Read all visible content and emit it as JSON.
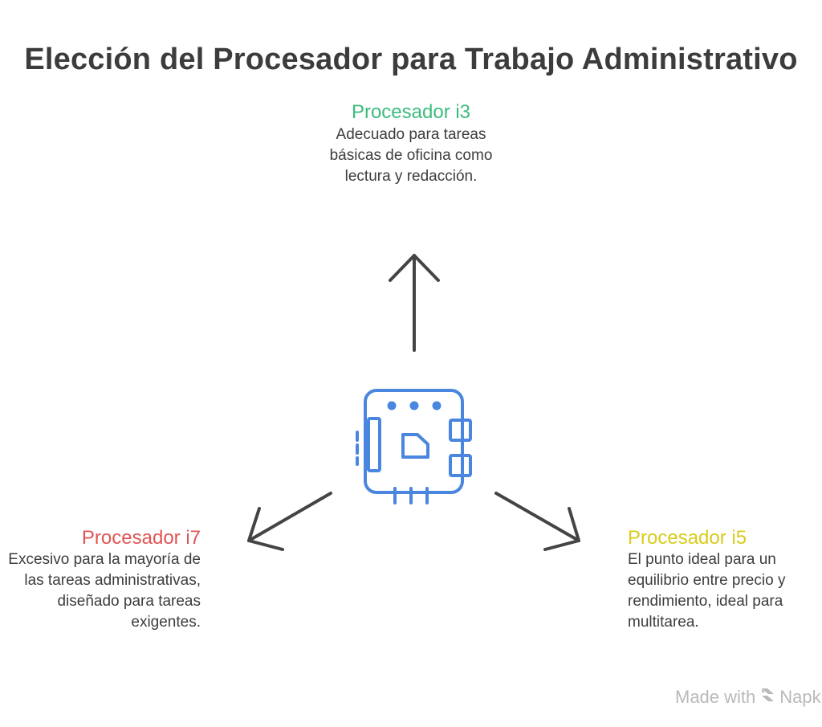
{
  "title": "Elección del Procesador para Trabajo Administrativo",
  "options": {
    "i3": {
      "name": "Procesador i3",
      "description": "Adecuado para tareas básicas de oficina como lectura y redacción.",
      "color": "#3dbb7e"
    },
    "i7": {
      "name": "Procesador i7",
      "description": "Excesivo para la mayoría de las tareas administrativas, diseñado para tareas exigentes.",
      "color": "#e05555"
    },
    "i5": {
      "name": "Procesador i5",
      "description": "El punto ideal para un equilibrio entre precio y rendimiento, ideal para multitarea.",
      "color": "#d8cc1c"
    }
  },
  "icons": {
    "center": "processor-chip-icon",
    "arrows": [
      "arrow-up-icon",
      "arrow-down-left-icon",
      "arrow-down-right-icon"
    ]
  },
  "colors": {
    "chip": "#4a86e0",
    "arrow": "#444444",
    "watermark": "#b9b9b9"
  },
  "watermark": {
    "prefix": "Made with",
    "brand": "Napkin"
  }
}
